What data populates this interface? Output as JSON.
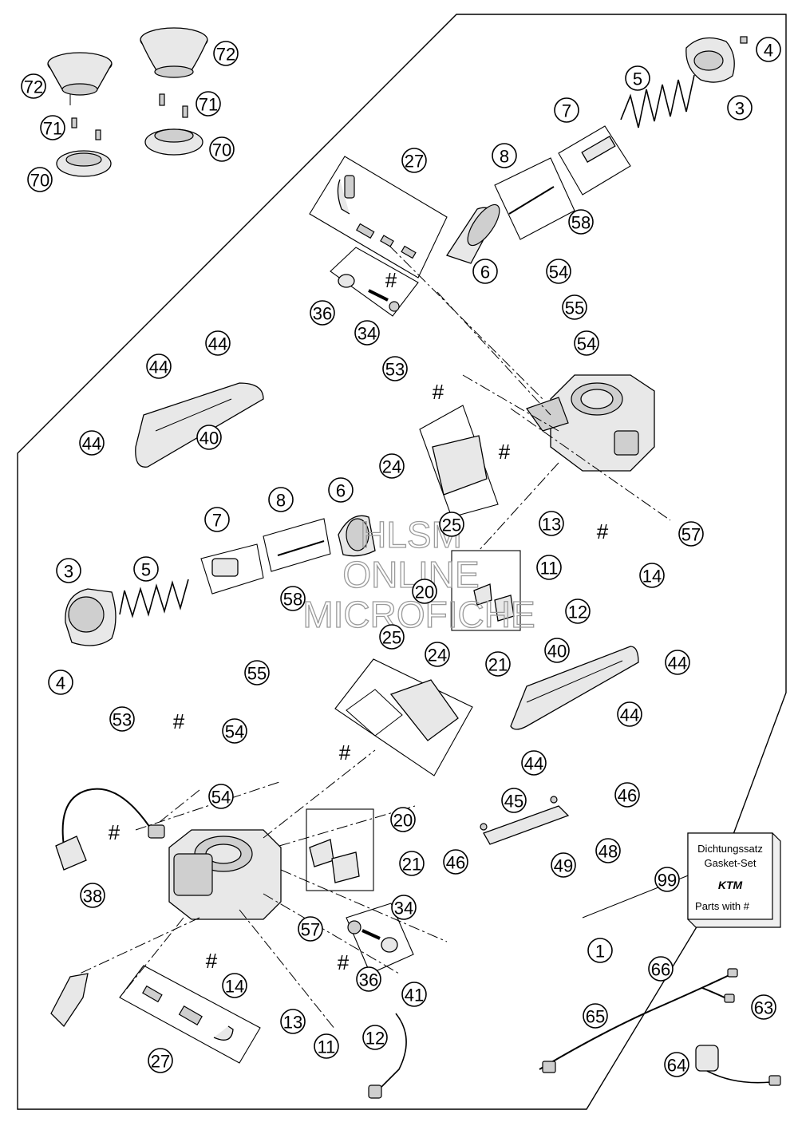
{
  "callouts": [
    {
      "label": "72",
      "name": "callout-72-left"
    },
    {
      "label": "72",
      "name": "callout-72-right"
    },
    {
      "label": "71",
      "name": "callout-71-left"
    },
    {
      "label": "71",
      "name": "callout-71-right"
    },
    {
      "label": "70",
      "name": "callout-70-left"
    },
    {
      "label": "70",
      "name": "callout-70-right"
    },
    {
      "label": "4",
      "name": "callout-4-top"
    },
    {
      "label": "5",
      "name": "callout-5-top"
    },
    {
      "label": "3",
      "name": "callout-3-top"
    },
    {
      "label": "7",
      "name": "callout-7-top"
    },
    {
      "label": "8",
      "name": "callout-8-top"
    },
    {
      "label": "27",
      "name": "callout-27-top"
    },
    {
      "label": "58",
      "name": "callout-58-top"
    },
    {
      "label": "6",
      "name": "callout-6-top"
    },
    {
      "label": "54",
      "name": "callout-54-top-a"
    },
    {
      "label": "55",
      "name": "callout-55-top"
    },
    {
      "label": "36",
      "name": "callout-36-top"
    },
    {
      "label": "34",
      "name": "callout-34-top"
    },
    {
      "label": "54",
      "name": "callout-54-top-b"
    },
    {
      "label": "44",
      "name": "callout-44-top-a"
    },
    {
      "label": "44",
      "name": "callout-44-top-b"
    },
    {
      "label": "53",
      "name": "callout-53-top"
    },
    {
      "label": "44",
      "name": "callout-44-top-c"
    },
    {
      "label": "40",
      "name": "callout-40-top"
    },
    {
      "label": "24",
      "name": "callout-24-top"
    },
    {
      "label": "7",
      "name": "callout-7-mid"
    },
    {
      "label": "8",
      "name": "callout-8-mid"
    },
    {
      "label": "6",
      "name": "callout-6-mid"
    },
    {
      "label": "25",
      "name": "callout-25-top"
    },
    {
      "label": "13",
      "name": "callout-13-top"
    },
    {
      "label": "57",
      "name": "callout-57-top"
    },
    {
      "label": "3",
      "name": "callout-3-mid"
    },
    {
      "label": "5",
      "name": "callout-5-mid"
    },
    {
      "label": "11",
      "name": "callout-11-top"
    },
    {
      "label": "14",
      "name": "callout-14-top"
    },
    {
      "label": "20",
      "name": "callout-20-top"
    },
    {
      "label": "58",
      "name": "callout-58-mid"
    },
    {
      "label": "12",
      "name": "callout-12-top"
    },
    {
      "label": "25",
      "name": "callout-25-bottom"
    },
    {
      "label": "40",
      "name": "callout-40-bottom"
    },
    {
      "label": "24",
      "name": "callout-24-bottom"
    },
    {
      "label": "21",
      "name": "callout-21-top"
    },
    {
      "label": "44",
      "name": "callout-44-bottom-a"
    },
    {
      "label": "4",
      "name": "callout-4-bottom"
    },
    {
      "label": "55",
      "name": "callout-55-bottom"
    },
    {
      "label": "44",
      "name": "callout-44-bottom-b"
    },
    {
      "label": "53",
      "name": "callout-53-bottom"
    },
    {
      "label": "54",
      "name": "callout-54-bottom-a"
    },
    {
      "label": "44",
      "name": "callout-44-bottom-c"
    },
    {
      "label": "45",
      "name": "callout-45"
    },
    {
      "label": "46",
      "name": "callout-46-right"
    },
    {
      "label": "54",
      "name": "callout-54-bottom-b"
    },
    {
      "label": "20",
      "name": "callout-20-bottom"
    },
    {
      "label": "48",
      "name": "callout-48"
    },
    {
      "label": "46",
      "name": "callout-46-left"
    },
    {
      "label": "49",
      "name": "callout-49"
    },
    {
      "label": "21",
      "name": "callout-21-bottom"
    },
    {
      "label": "38",
      "name": "callout-38"
    },
    {
      "label": "99",
      "name": "callout-99"
    },
    {
      "label": "34",
      "name": "callout-34-bottom"
    },
    {
      "label": "57",
      "name": "callout-57-bottom"
    },
    {
      "label": "1",
      "name": "callout-1"
    },
    {
      "label": "14",
      "name": "callout-14-bottom"
    },
    {
      "label": "36",
      "name": "callout-36-bottom"
    },
    {
      "label": "66",
      "name": "callout-66"
    },
    {
      "label": "41",
      "name": "callout-41"
    },
    {
      "label": "63",
      "name": "callout-63"
    },
    {
      "label": "65",
      "name": "callout-65"
    },
    {
      "label": "13",
      "name": "callout-13-bottom"
    },
    {
      "label": "11",
      "name": "callout-11-bottom"
    },
    {
      "label": "12",
      "name": "callout-12-bottom"
    },
    {
      "label": "27",
      "name": "callout-27-bottom"
    },
    {
      "label": "64",
      "name": "callout-64"
    }
  ],
  "hash_marks": [
    "#",
    "#",
    "#",
    "#",
    "#",
    "#",
    "#",
    "#",
    "#"
  ],
  "watermark": {
    "line1": "HLSM",
    "line2": "ONLINE",
    "line3": "MICROFICHE"
  },
  "gasket_set": {
    "line1": "Dichtungssatz",
    "line2": "Gasket-Set",
    "brand": "KTM",
    "line3": "Parts with #"
  }
}
